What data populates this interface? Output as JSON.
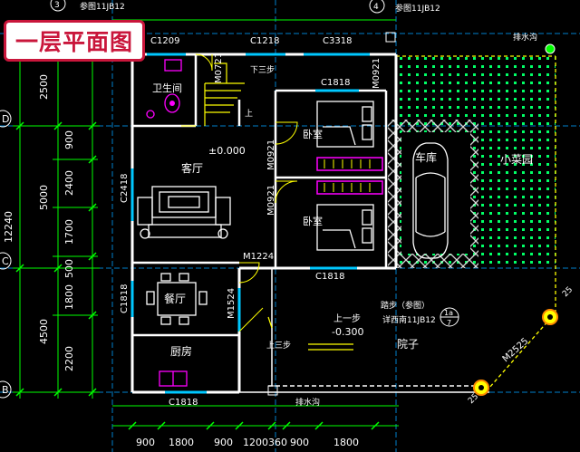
{
  "title": "一层平面图",
  "colors": {
    "wall": "#ffffff",
    "dim": "#00ff00",
    "text": "#ffffff",
    "window": "#00c8ff",
    "accent": "#ffff00",
    "furniture": "#ff00ff",
    "hatch": "#00ff00"
  },
  "header_refs": {
    "left_num": "3",
    "left_ref": "参图11JB12",
    "right_num": "4",
    "right_ref": "参图11JB12"
  },
  "rooms": {
    "toilet": "卫生间",
    "living": "客厅",
    "bedroom_top": "卧室",
    "bedroom_bottom": "卧室",
    "dining": "餐厅",
    "kitchen": "厨房",
    "garage": "车库",
    "garden": "小菜园",
    "yard": "院子"
  },
  "labels": {
    "elev_zero": "±0.000",
    "stair_down": "下三步",
    "stair_up": "上",
    "step_up_1": "上一步",
    "elev_minus": "-0.300",
    "step_up_3": "上三步",
    "porch_note": "踏步（参图）",
    "porch_ref": "详西南11JB12",
    "porch_tag_top": "1a",
    "porch_tag_bottom": "7",
    "drain_top": "排水沟",
    "drain_bottom": "排水沟",
    "wall_tag": "M2525",
    "tag_25_a": "25",
    "tag_25_b": "25"
  },
  "openings": {
    "top_c1209": "C1209",
    "top_c1218": "C1218",
    "top_c3318": "C3318",
    "m0721": "M0721",
    "m0921_top": "M0921",
    "c1818_bed": "C1818",
    "c2418": "C2418",
    "m0921_mid": "M0921",
    "m0921_low": "M0921",
    "m1224": "M1224",
    "c1818_bed2": "C1818",
    "c1818_left": "C1818",
    "m1524": "M1524",
    "c1818_bottom": "C1818"
  },
  "dims_left_outer": [
    "2500",
    "5000",
    "12240",
    "4500"
  ],
  "dims_left_inner": [
    "900",
    "2400",
    "1700",
    "500",
    "1800",
    "2200"
  ],
  "dims_bottom": [
    "900",
    "1800",
    "900",
    "1200",
    "360",
    "900",
    "1800"
  ],
  "axis_marks": [
    "D",
    "C",
    "B"
  ]
}
